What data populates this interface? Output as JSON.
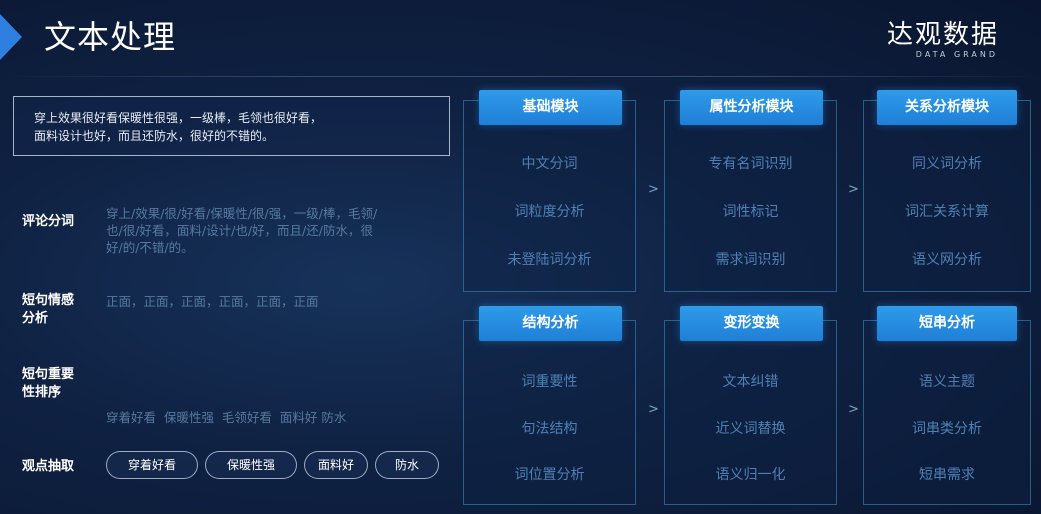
{
  "header": {
    "title": "文本处理",
    "brand_cn": "达观数据",
    "brand_en": "DATA GRAND"
  },
  "review": {
    "lines": [
      "穿上效果很好看保暖性很强，一级棒，毛领也很好看，",
      "面料设计也好，而且还防水，很好的不错的。"
    ]
  },
  "rows": [
    {
      "label_lines": [
        "评论分词"
      ],
      "text_lines": [
        "穿上/效果/很/好看/保暖性/很/强，一级/棒，毛领/",
        "也/很/好看，面料/设计/也/好，而且/还/防水，很",
        "好/的/不错/的。"
      ]
    },
    {
      "label_lines": [
        "短句情感",
        "分析"
      ],
      "text_lines": [
        "正面，正面，正面，正面，正面，正面"
      ]
    },
    {
      "label_lines": [
        "短句重要",
        "性排序"
      ],
      "text_lines": [
        "穿着好看  保暖性强  毛领好看  面料好 防水"
      ]
    },
    {
      "label_lines": [
        "观点抽取"
      ],
      "tags": [
        "穿着好看",
        "保暖性强",
        "面料好",
        "防水"
      ]
    }
  ],
  "modules": [
    {
      "title": "基础模块",
      "items": [
        "中文分词",
        "词粒度分析",
        "未登陆词分析"
      ]
    },
    {
      "title": "属性分析模块",
      "items": [
        "专有名词识别",
        "词性标记",
        "需求词识别"
      ]
    },
    {
      "title": "关系分析模块",
      "items": [
        "同义词分析",
        "词汇关系计算",
        "语义网分析"
      ]
    },
    {
      "title": "结构分析",
      "items": [
        "词重要性",
        "句法结构",
        "词位置分析"
      ]
    },
    {
      "title": "变形变换",
      "items": [
        "文本纠错",
        "近义词替换",
        "语义归一化"
      ]
    },
    {
      "title": "短串分析",
      "items": [
        "语义主题",
        "词串类分析",
        "短串需求"
      ]
    }
  ],
  "connector_glyph": ">",
  "colors": {
    "background": "#0f2142",
    "accent_blue": "#2f9bea",
    "muted_text": "#56799f",
    "panel_item_text": "#4e80b4"
  }
}
